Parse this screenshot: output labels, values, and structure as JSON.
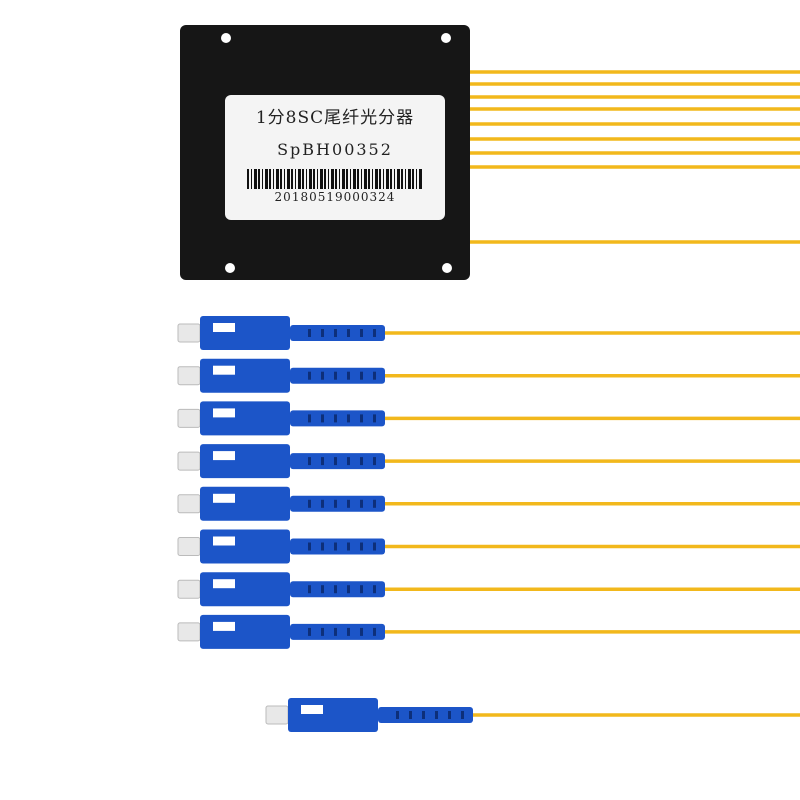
{
  "product": {
    "label_title": "1分8SC尾纤光分器",
    "model": "SpBH00352",
    "serial": "20180519000324",
    "port_count": 8
  },
  "colors": {
    "module": "#161616",
    "fiber": "#f2b81c",
    "connector": "#1c55c8",
    "ferrule": "#e8e8e8"
  }
}
